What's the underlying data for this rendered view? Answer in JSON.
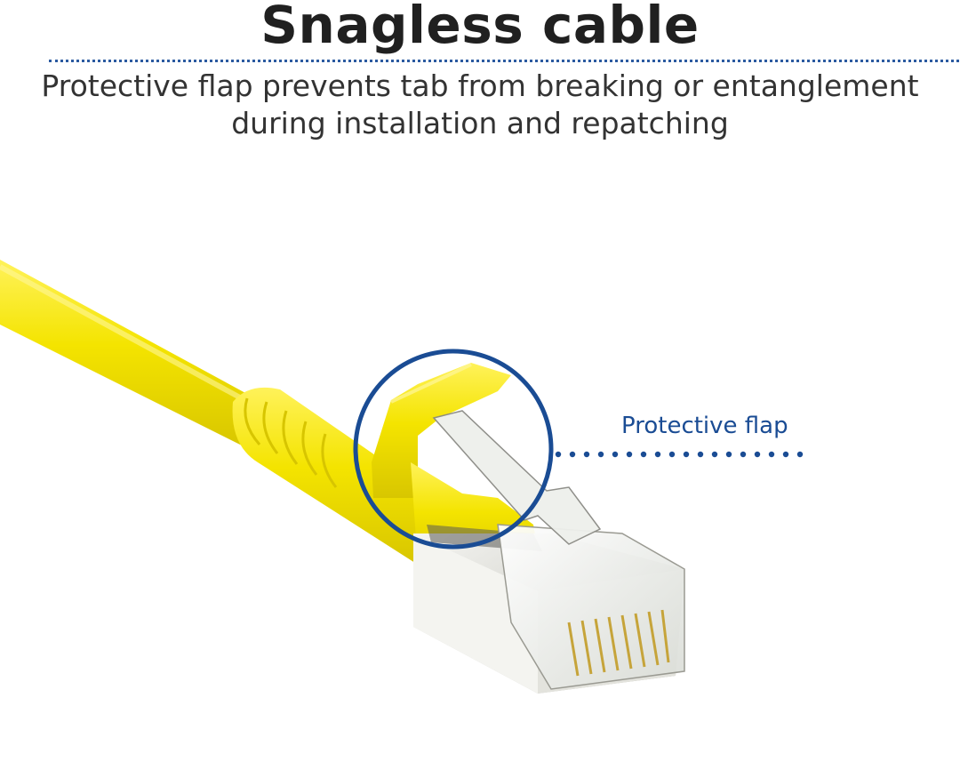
{
  "header": {
    "title": "Snagless cable",
    "subtitle_line1": "Protective flap prevents tab from breaking or entanglement",
    "subtitle_line2": "during installation and repatching"
  },
  "callout": {
    "label": "Protective flap"
  },
  "colors": {
    "cable_yellow": "#f3e300",
    "accent_blue": "#1a4c94",
    "title_text": "#202020"
  }
}
